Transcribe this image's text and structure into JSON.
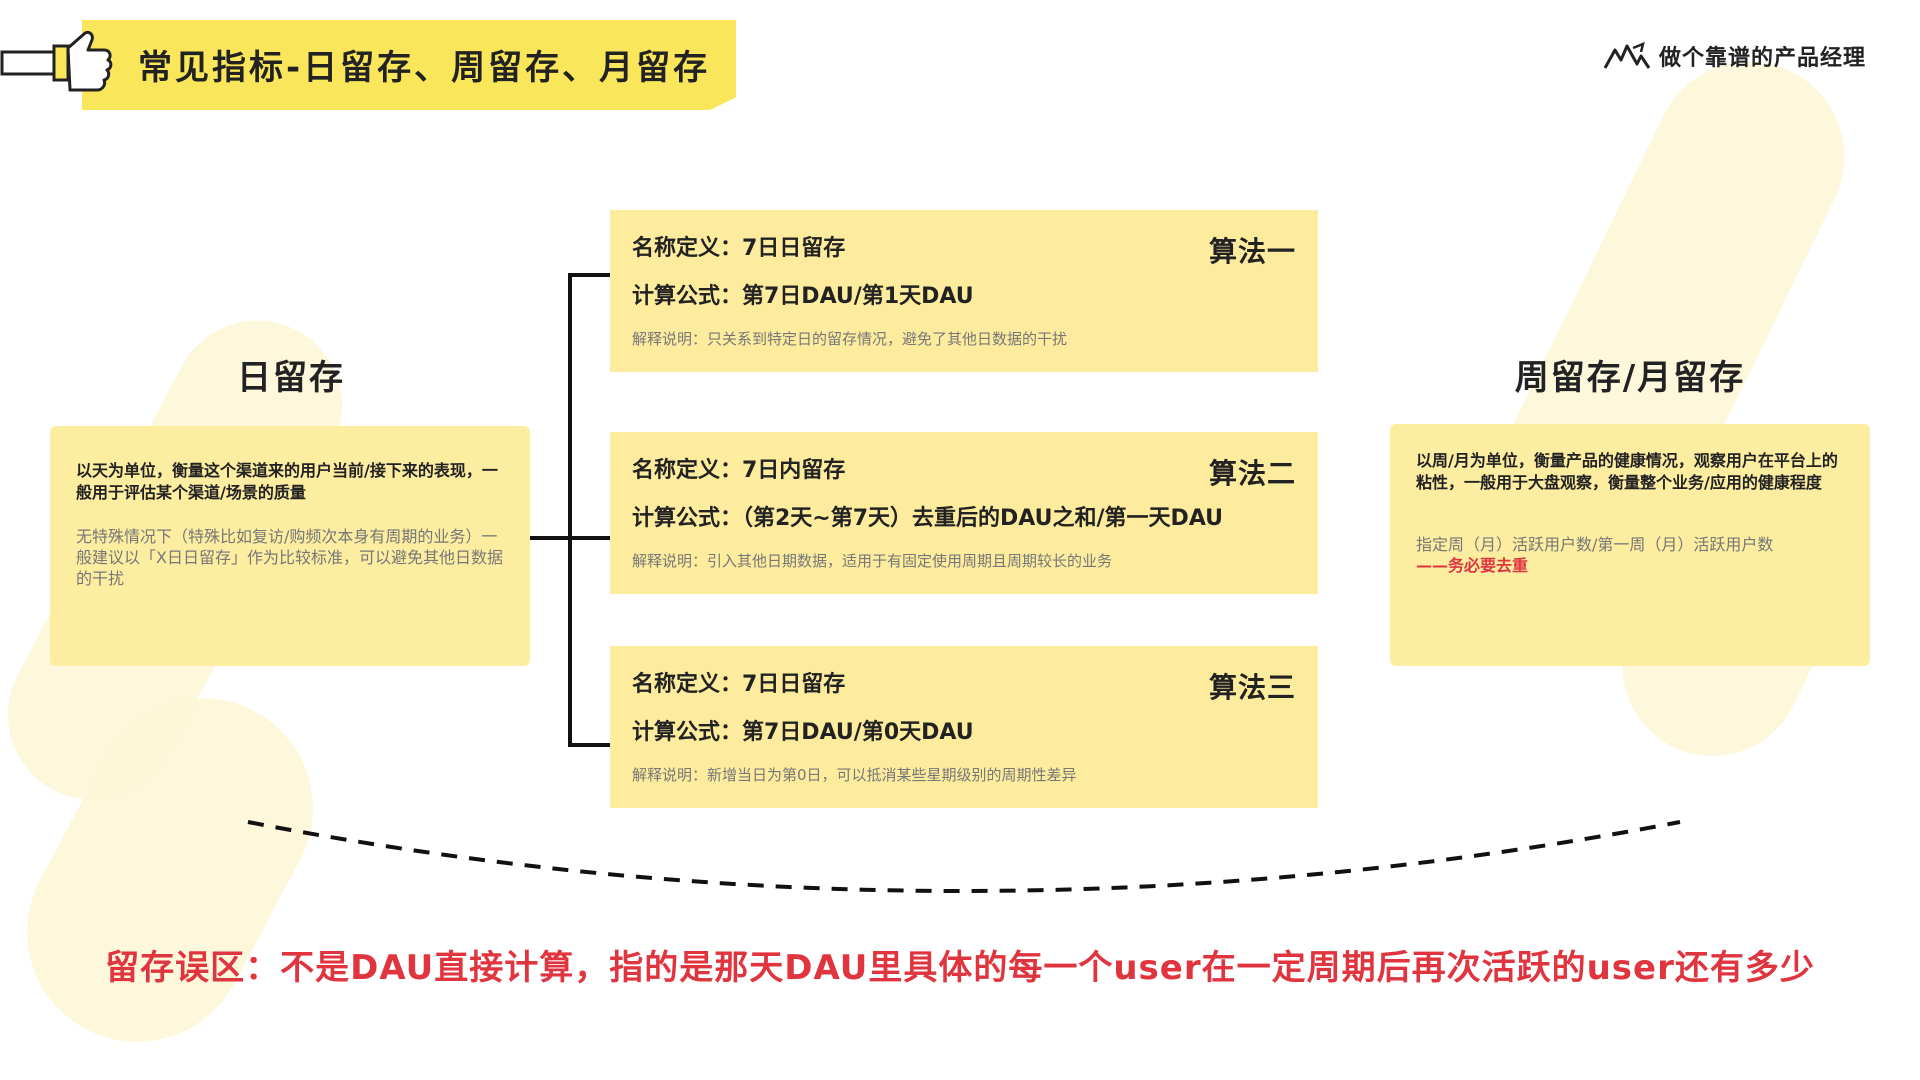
{
  "header": {
    "title": "常见指标-日留存、周留存、月留存"
  },
  "brand": {
    "logo_text": "做个靠谱的产品经理"
  },
  "daily": {
    "heading": "日留存",
    "description": "以天为单位，衡量这个渠道来的用户当前/接下来的表现，一般用于评估某个渠道/场景的质量",
    "note": "无特殊情况下（特殊比如复访/购频次本身有周期的业务）一般建议以「X日日留存」作为比较标准，可以避免其他日数据的干扰"
  },
  "periodic": {
    "heading": "周留存/月留存",
    "description": "以周/月为单位，衡量产品的健康情况，观察用户在平台上的粘性，一般用于大盘观察，衡量整个业务/应用的健康程度",
    "note": "指定周（月）活跃用户数/第一周（月）活跃用户数",
    "note_emphasis": "——务必要去重"
  },
  "algorithms": [
    {
      "tag": "算法一",
      "name": "名称定义：7日日留存",
      "formula": "计算公式：第7日DAU/第1天DAU",
      "explain": "解释说明：只关系到特定日的留存情况，避免了其他日数据的干扰"
    },
    {
      "tag": "算法二",
      "name": "名称定义：7日内留存",
      "formula": "计算公式：（第2天~第7天）去重后的DAU之和/第一天DAU",
      "explain": "解释说明：引入其他日期数据，适用于有固定使用周期且周期较长的业务"
    },
    {
      "tag": "算法三",
      "name": "名称定义：7日日留存",
      "formula": "计算公式：第7日DAU/第0天DAU",
      "explain": "解释说明：新增当日为第0日，可以抵消某些星期级别的周期性差异"
    }
  ],
  "bottom": {
    "statement": "留存误区：不是DAU直接计算，指的是那天DAU里具体的每一个user在一定周期后再次活跃的user还有多少"
  },
  "colors": {
    "header_yellow": "#f9e65a",
    "card_yellow": "#fdeb9e",
    "accent_red": "#e0353f",
    "muted_gray": "#777777"
  }
}
